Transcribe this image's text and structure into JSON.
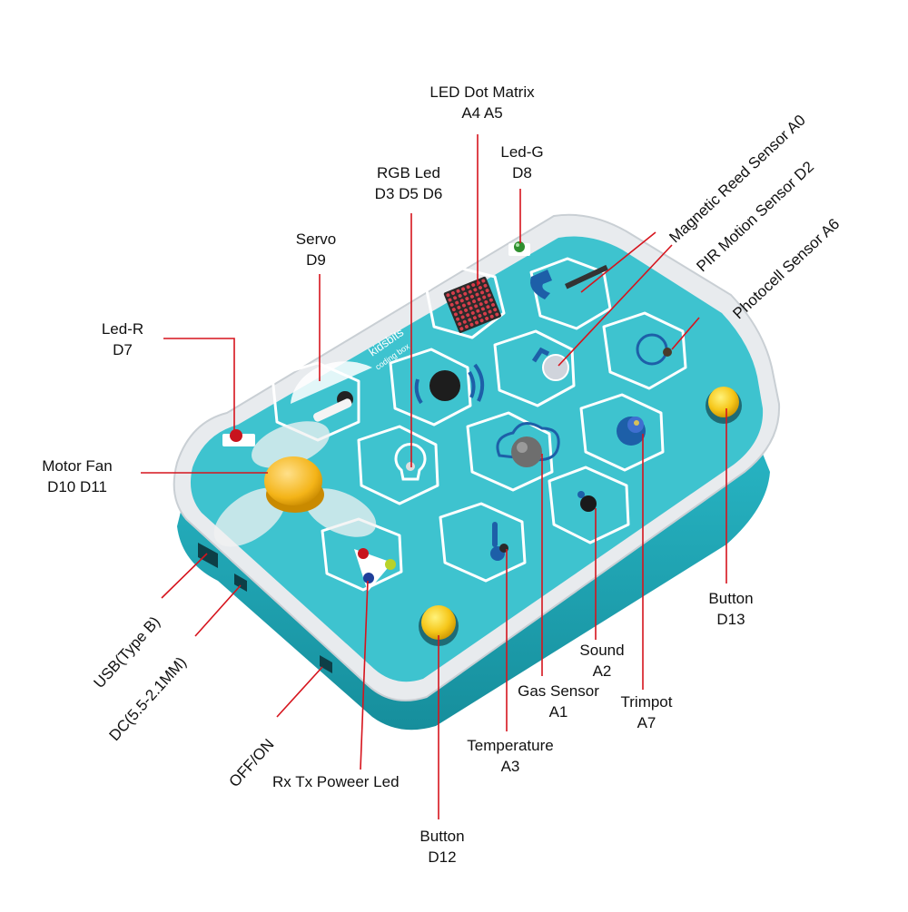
{
  "colors": {
    "board": "#3ec3cf",
    "frame": "#e9ecef",
    "leader": "#d6141d",
    "base": "#1aa6b5"
  },
  "board": {
    "brand": "kidsbits",
    "brand_sub": "coding box",
    "modules": {
      "matrix": "LED Dot Matrix",
      "magnetic": "Magnetic Reed Sensor",
      "pir": "PIR Motion Sensor",
      "photocell": "Photocell Sensor",
      "buzzer": "Buzzer",
      "servo": "Servo",
      "rgb": "RGB Led",
      "gas": "Gas Sensor",
      "trimpot": "Trimpot",
      "sound": "Sound",
      "temperature": "Temperature",
      "power_led": "Rx Tx Power Led",
      "button": "Button"
    }
  },
  "labels": {
    "led_matrix": {
      "line1": "LED Dot Matrix",
      "line2": "A4 A5"
    },
    "led_g": {
      "line1": "Led-G",
      "line2": "D8"
    },
    "rgb_led": {
      "line1": "RGB Led",
      "line2": "D3 D5 D6"
    },
    "servo": {
      "line1": "Servo",
      "line2": "D9"
    },
    "led_r": {
      "line1": "Led-R",
      "line2": "D7"
    },
    "motor_fan": {
      "line1": "Motor Fan",
      "line2": "D10 D11"
    },
    "magnetic": "Magnetic Reed Sensor A0",
    "pir": "PIR Motion Sensor D2",
    "photocell": "Photocell Sensor A6",
    "usb": "USB(Type B)",
    "dc": "DC(5.5-2.1MM)",
    "off_on": "OFF/ON",
    "rx_tx": "Rx Tx Poweer Led",
    "button_d12": {
      "line1": "Button",
      "line2": "D12"
    },
    "temperature": {
      "line1": "Temperature",
      "line2": "A3"
    },
    "gas": {
      "line1": "Gas Sensor",
      "line2": "A1"
    },
    "sound": {
      "line1": "Sound",
      "line2": "A2"
    },
    "trimpot": {
      "line1": "Trimpot",
      "line2": "A7"
    },
    "button_d13": {
      "line1": "Button",
      "line2": "D13"
    }
  }
}
